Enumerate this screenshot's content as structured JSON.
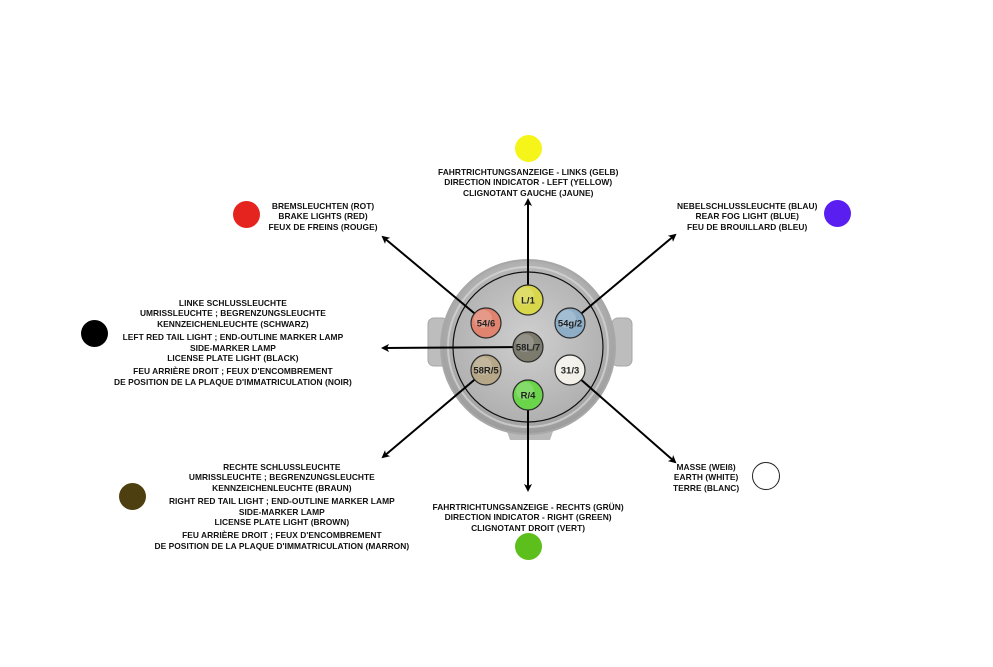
{
  "diagram": {
    "title": "7-pin trailer socket pin assignment",
    "pins": [
      {
        "id": "L/1",
        "color": "#d8d64a",
        "text_color": "#222"
      },
      {
        "id": "54g/2",
        "color": "#8eaec8",
        "text_color": "#222"
      },
      {
        "id": "31/3",
        "color": "#f2f0e8",
        "text_color": "#222"
      },
      {
        "id": "R/4",
        "color": "#6ad44a",
        "text_color": "#222"
      },
      {
        "id": "58R/5",
        "color": "#b5a787",
        "text_color": "#222"
      },
      {
        "id": "54/6",
        "color": "#e08470",
        "text_color": "#222"
      },
      {
        "id": "58L/7",
        "color": "#7d7b6e",
        "text_color": "#222"
      }
    ],
    "legend": [
      {
        "key": "left-indicator",
        "pin": "L/1",
        "swatch_color": "#f5f51a",
        "lines": [
          "FAHRTRICHTUNGSANZEIGE - LINKS (GELB)",
          "DIRECTION INDICATOR - LEFT (YELLOW)",
          "CLIGNOTANT GAUCHE (JAUNE)"
        ]
      },
      {
        "key": "brake-lights",
        "pin": "54/6",
        "swatch_color": "#e52420",
        "lines": [
          "BREMSLEUCHTEN (ROT)",
          "BRAKE LIGHTS (RED)",
          "FEUX DE FREINS (ROUGE)"
        ]
      },
      {
        "key": "rear-fog-light",
        "pin": "54g/2",
        "swatch_color": "#5a1ef0",
        "lines": [
          "NEBELSCHLUSSLEUCHTE (BLAU)",
          "REAR FOG LIGHT (BLUE)",
          "FEU DE BROUILLARD (BLEU)"
        ]
      },
      {
        "key": "left-tail-light",
        "pin": "58L/7",
        "swatch_color": "#000000",
        "groups": [
          [
            "LINKE SCHLUSSLEUCHTE",
            "UMRISSLEUCHTE ; BEGRENZUNGSLEUCHTE",
            "KENNZEICHENLEUCHTE (SCHWARZ)"
          ],
          [
            "LEFT RED TAIL LIGHT ; END-OUTLINE MARKER LAMP",
            "SIDE-MARKER LAMP",
            "LICENSE PLATE LIGHT (BLACK)"
          ],
          [
            "FEU ARRIÈRE DROIT ; FEUX D'ENCOMBREMENT",
            "DE POSITION DE LA PLAQUE D'IMMATRICULATION (NOIR)"
          ]
        ]
      },
      {
        "key": "right-tail-light",
        "pin": "58R/5",
        "swatch_color": "#4e3f10",
        "groups": [
          [
            "RECHTE SCHLUSSLEUCHTE",
            "UMRISSLEUCHTE ; BEGRENZUNGSLEUCHTE",
            "KENNZEICHENLEUCHTE (BRAUN)"
          ],
          [
            "RIGHT RED TAIL LIGHT ; END-OUTLINE MARKER LAMP",
            "SIDE-MARKER LAMP",
            "LICENSE PLATE LIGHT (BROWN)"
          ],
          [
            "FEU ARRIÈRE DROIT ; FEUX D'ENCOMBREMENT",
            "DE POSITION DE LA PLAQUE D'IMMATRICULATION (MARRON)"
          ]
        ]
      },
      {
        "key": "right-indicator",
        "pin": "R/4",
        "swatch_color": "#5cbf1c",
        "lines": [
          "FAHRTRICHTUNGSANZEIGE - RECHTS (GRÜN)",
          "DIRECTION INDICATOR - RIGHT (GREEN)",
          "CLIGNOTANT DROIT (VERT)"
        ]
      },
      {
        "key": "earth",
        "pin": "31/3",
        "swatch_color": "#ffffff",
        "lines": [
          "MASSE (WEIß)",
          "EARTH (WHITE)",
          "TERRE (BLANC)"
        ]
      }
    ]
  }
}
